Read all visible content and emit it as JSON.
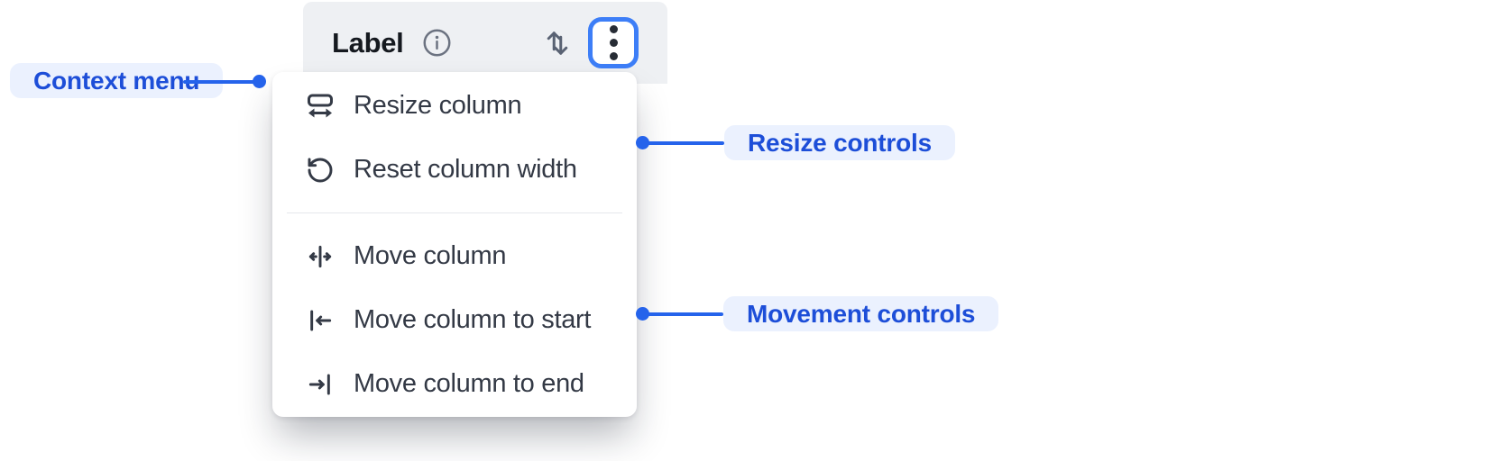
{
  "header": {
    "label": "Label",
    "info_icon": "info-icon",
    "sort_icon": "sort-arrows-icon",
    "menu_button_icon": "kebab-menu-icon"
  },
  "menu": {
    "items": [
      {
        "label": "Resize column",
        "icon": "resize-column-icon"
      },
      {
        "label": "Reset column width",
        "icon": "reset-column-width-icon"
      },
      {
        "label": "Move column",
        "icon": "move-column-icon"
      },
      {
        "label": "Move column to start",
        "icon": "move-column-to-start-icon"
      },
      {
        "label": "Move column to end",
        "icon": "move-column-to-end-icon"
      }
    ],
    "divider_after_index": 1
  },
  "annotations": {
    "context_menu": {
      "label": "Context menu"
    },
    "resize_controls": {
      "label": "Resize controls"
    },
    "movement_controls": {
      "label": "Movement controls"
    }
  },
  "colors": {
    "accent_blue": "#2563eb",
    "annotation_text_blue": "#1d4ed8",
    "annotation_pill_bg": "#ebf1fe",
    "focus_ring_blue": "#3d7ef7",
    "header_bg": "#eef0f3",
    "menu_text": "#333945",
    "icon_gray": "#596273",
    "divider": "#e5e7ec"
  }
}
